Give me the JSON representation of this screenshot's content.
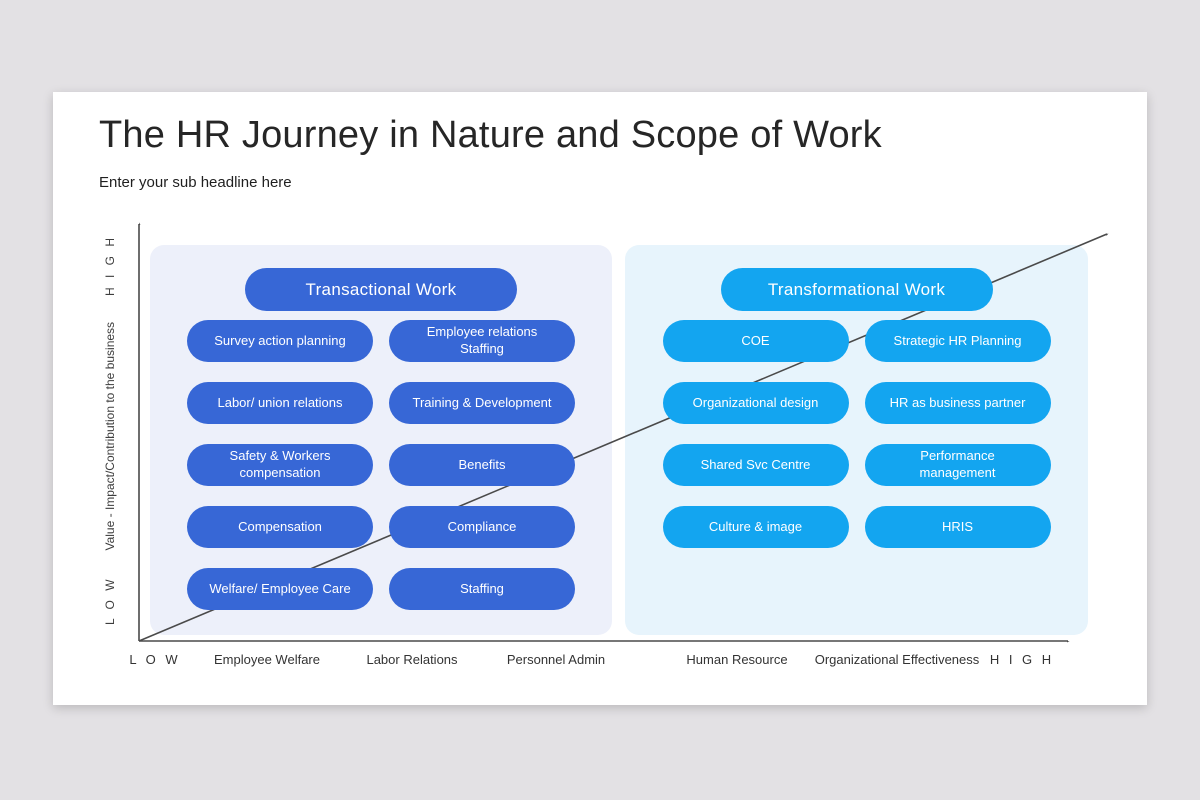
{
  "slide": {
    "title": "The HR Journey in Nature and Scope of Work",
    "subtitle": "Enter your sub headline here"
  },
  "colors": {
    "transactional_pill": "#3767d6",
    "transformational_pill": "#13a5f0",
    "transactional_panel_bg": "#edf0fa",
    "transformational_panel_bg": "#e7f4fc",
    "axis": "#4a4a4a"
  },
  "y_axis": {
    "high": "H I G H",
    "label": "Value - Impact/Contribution to the business",
    "low": "L O W"
  },
  "x_axis": {
    "labels": [
      "L O W",
      "Employee Welfare",
      "Labor Relations",
      "Personnel Admin",
      "Human Resource",
      "Organizational Effectiveness",
      "H I G H"
    ]
  },
  "transactional": {
    "header": "Transactional Work",
    "items": [
      "Survey action planning",
      "Employee relations\nStaffing",
      "Labor/ union relations",
      "Training & Development",
      "Safety & Workers\ncompensation",
      "Benefits",
      "Compensation",
      "Compliance",
      "Welfare/ Employee Care",
      "Staffing"
    ]
  },
  "transformational": {
    "header": "Transformational Work",
    "items": [
      "COE",
      "Strategic HR Planning",
      "Organizational design",
      "HR as business partner",
      "Shared Svc Centre",
      "Performance\nmanagement",
      "Culture & image",
      "HRIS"
    ]
  }
}
